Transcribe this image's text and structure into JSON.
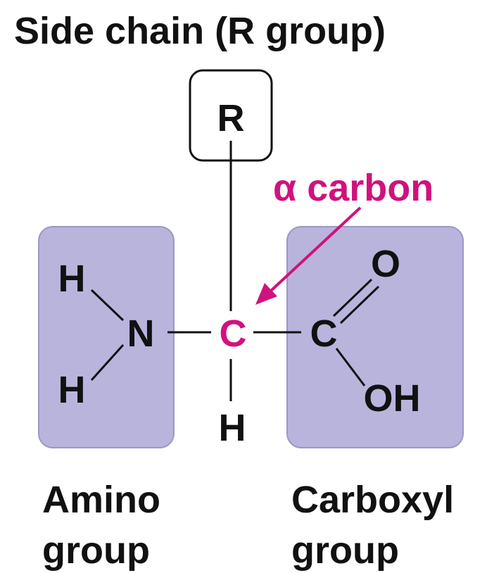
{
  "title": "Side chain (R group)",
  "alpha_label": "α carbon",
  "atoms": {
    "r": "R",
    "h_top": "H",
    "h_bottom": "H",
    "n": "N",
    "alpha_c": "C",
    "carboxyl_c": "C",
    "o": "O",
    "oh": "OH",
    "h_alpha": "H"
  },
  "labels": {
    "amino_line1": "Amino",
    "amino_line2": "group",
    "carboxyl_line1": "Carboxyl",
    "carboxyl_line2": "group"
  },
  "colors": {
    "group_fill": "#b9b4dc",
    "group_stroke": "#9c97c8",
    "accent": "#d0127e",
    "ink": "#111111"
  }
}
